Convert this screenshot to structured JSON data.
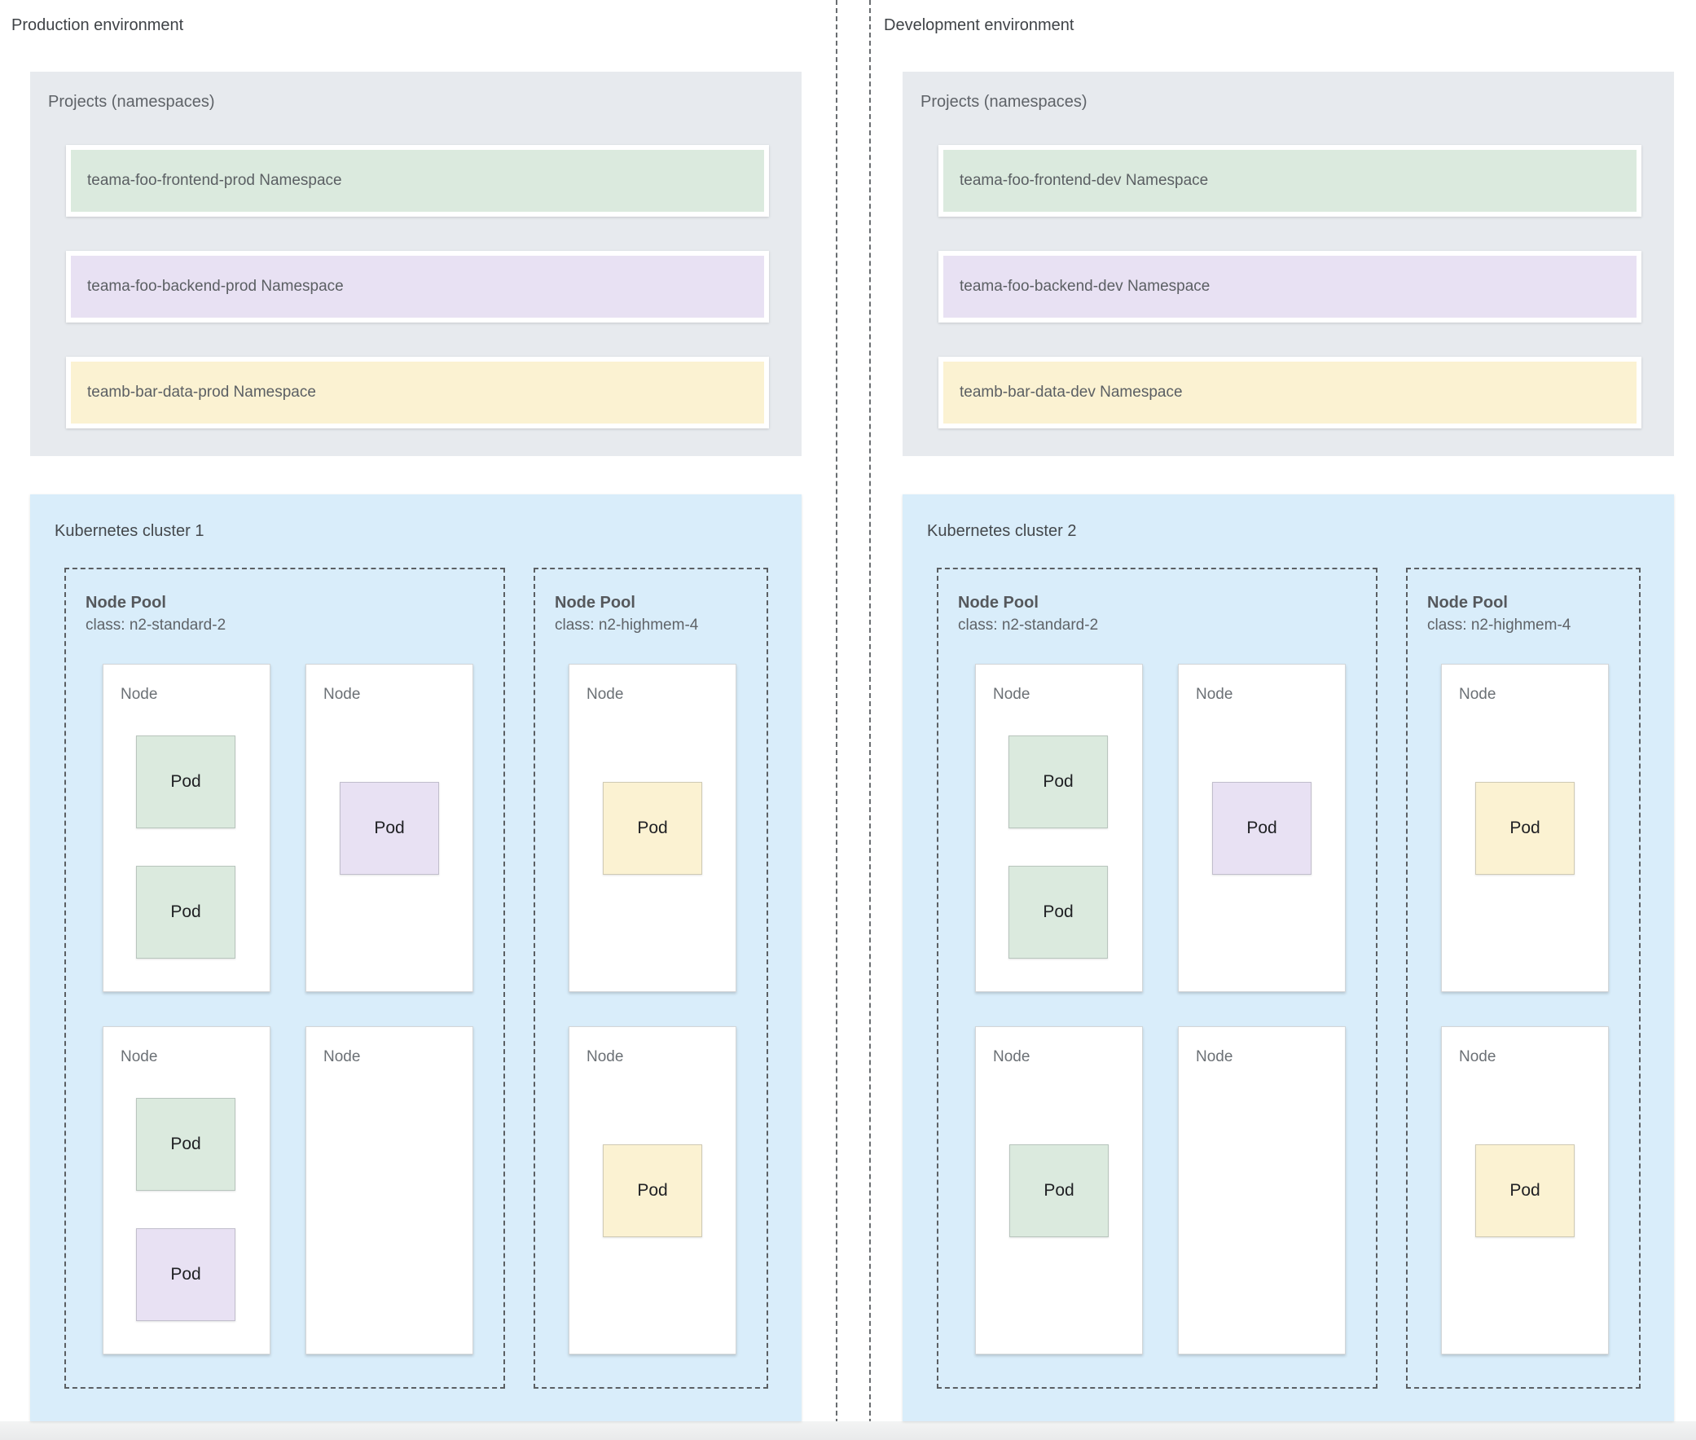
{
  "colors": {
    "green": "#dbeade",
    "purple": "#e8e1f3",
    "yellow": "#fbf2d2",
    "cluster_blue": "#d9edfa",
    "projects_gray": "#e7eaee"
  },
  "environments": [
    {
      "id": "production",
      "title": "Production environment",
      "projects": {
        "title": "Projects (namespaces)",
        "namespaces": [
          {
            "label": "teama-foo-frontend-prod Namespace",
            "color_key": "green"
          },
          {
            "label": "teama-foo-backend-prod Namespace",
            "color_key": "purple"
          },
          {
            "label": "teamb-bar-data-prod Namespace",
            "color_key": "yellow"
          }
        ]
      },
      "cluster": {
        "title": "Kubernetes cluster 1",
        "node_pools": [
          {
            "title": "Node Pool",
            "class_line": "class: n2-standard-2",
            "nodes": [
              {
                "label": "Node",
                "pods": [
                  {
                    "label": "Pod",
                    "color_key": "green"
                  },
                  {
                    "label": "Pod",
                    "color_key": "green"
                  }
                ]
              },
              {
                "label": "Node",
                "pods": [
                  {
                    "label": "Pod",
                    "color_key": "purple"
                  }
                ]
              },
              {
                "label": "Node",
                "pods": [
                  {
                    "label": "Pod",
                    "color_key": "green"
                  },
                  {
                    "label": "Pod",
                    "color_key": "purple"
                  }
                ]
              },
              {
                "label": "Node",
                "pods": []
              }
            ]
          },
          {
            "title": "Node Pool",
            "class_line": "class: n2-highmem-4",
            "nodes": [
              {
                "label": "Node",
                "pods": [
                  {
                    "label": "Pod",
                    "color_key": "yellow"
                  }
                ]
              },
              {
                "label": "Node",
                "pods": [
                  {
                    "label": "Pod",
                    "color_key": "yellow"
                  }
                ]
              }
            ]
          }
        ]
      }
    },
    {
      "id": "development",
      "title": "Development environment",
      "projects": {
        "title": "Projects (namespaces)",
        "namespaces": [
          {
            "label": "teama-foo-frontend-dev Namespace",
            "color_key": "green"
          },
          {
            "label": "teama-foo-backend-dev Namespace",
            "color_key": "purple"
          },
          {
            "label": "teamb-bar-data-dev Namespace",
            "color_key": "yellow"
          }
        ]
      },
      "cluster": {
        "title": "Kubernetes cluster 2",
        "node_pools": [
          {
            "title": "Node Pool",
            "class_line": "class: n2-standard-2",
            "nodes": [
              {
                "label": "Node",
                "pods": [
                  {
                    "label": "Pod",
                    "color_key": "green"
                  },
                  {
                    "label": "Pod",
                    "color_key": "green"
                  }
                ]
              },
              {
                "label": "Node",
                "pods": [
                  {
                    "label": "Pod",
                    "color_key": "purple"
                  }
                ]
              },
              {
                "label": "Node",
                "pods": [
                  {
                    "label": "Pod",
                    "color_key": "green"
                  }
                ]
              },
              {
                "label": "Node",
                "pods": []
              }
            ]
          },
          {
            "title": "Node Pool",
            "class_line": "class: n2-highmem-4",
            "nodes": [
              {
                "label": "Node",
                "pods": [
                  {
                    "label": "Pod",
                    "color_key": "yellow"
                  }
                ]
              },
              {
                "label": "Node",
                "pods": [
                  {
                    "label": "Pod",
                    "color_key": "yellow"
                  }
                ]
              }
            ]
          }
        ]
      }
    }
  ]
}
